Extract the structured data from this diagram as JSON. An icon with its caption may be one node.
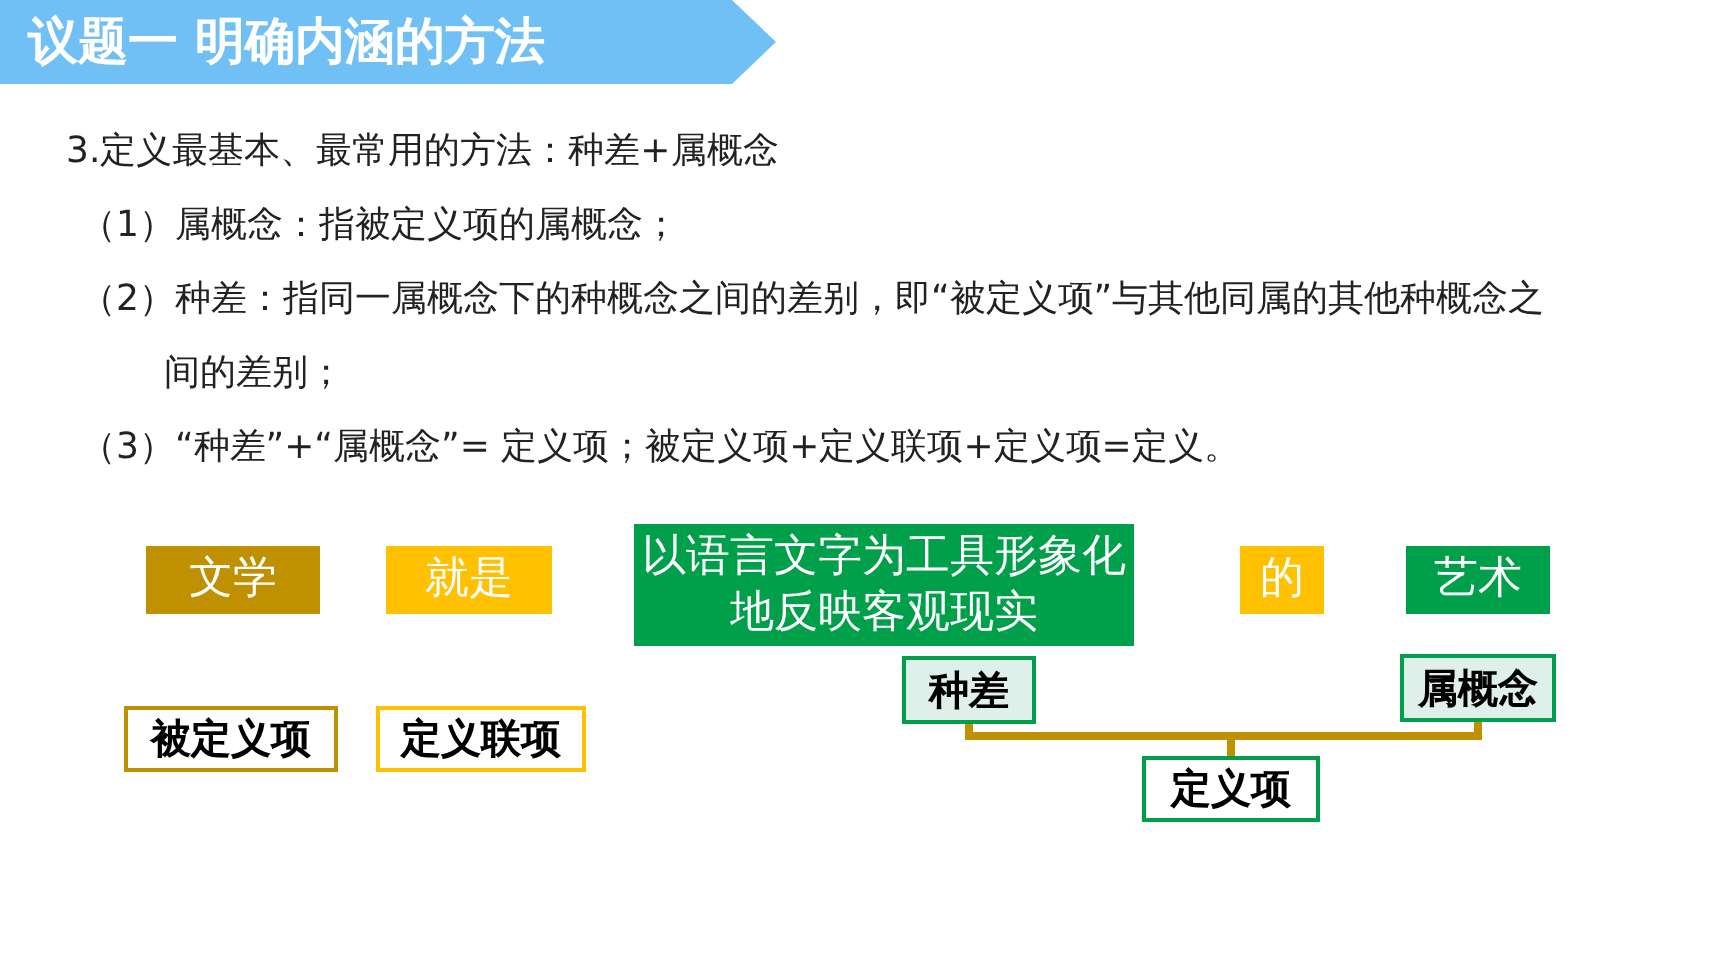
{
  "diagram": {
    "title": "议题一 明确内涵的方法",
    "nodes": [
      {
        "text": [
          "文学"
        ]
      },
      {
        "text": [
          "就是"
        ]
      },
      {
        "text": [
          "以语言文字为工具形象化地反映客观现实"
        ]
      },
      {
        "text": [
          "的"
        ]
      },
      {
        "text": [
          "艺术"
        ]
      },
      {
        "text": [
          "被定义项"
        ]
      },
      {
        "text": [
          "定义联项"
        ]
      },
      {
        "text": [
          "种差"
        ]
      },
      {
        "text": [
          "属概念"
        ]
      },
      {
        "text": [
          "定义项"
        ]
      }
    ],
    "edges": [
      {
        "from": 7,
        "to": 9,
        "arrow": "none"
      },
      {
        "from": 8,
        "to": 9,
        "arrow": "none"
      }
    ],
    "labels": [
      "3.定义最基本、最常用的方法：种差+属概念",
      "（1）属概念：指被定义项的属概念；",
      "（2）种差：指同一属概念下的种概念之间的差别，即“被定义项”与其他同属的其他种概念之间的差别；",
      "（3）“种差”+“属概念”= 定义项；被定义项+定义联项+定义项=定义。"
    ]
  }
}
